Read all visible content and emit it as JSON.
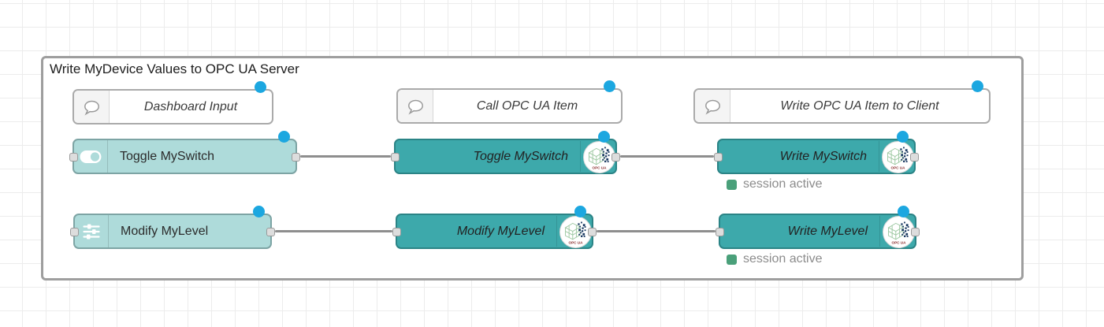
{
  "group": {
    "title": "Write MyDevice Values to OPC UA Server"
  },
  "comments": [
    {
      "label": "Dashboard Input"
    },
    {
      "label": "Call OPC UA Item"
    },
    {
      "label": "Write OPC UA Item to Client"
    }
  ],
  "nodes": [
    {
      "label": "Toggle MySwitch",
      "type": "dashboard-switch"
    },
    {
      "label": "Toggle MySwitch",
      "type": "opcua-item"
    },
    {
      "label": "Write MySwitch",
      "type": "opcua-client",
      "status": "session active"
    },
    {
      "label": "Modify MyLevel",
      "type": "dashboard-slider"
    },
    {
      "label": "Modify MyLevel",
      "type": "opcua-item"
    },
    {
      "label": "Write MyLevel",
      "type": "opcua-client",
      "status": "session active"
    }
  ],
  "icons": {
    "opcua_badge_label": "OPC UA"
  },
  "colors": {
    "light_node": "#aedbda",
    "opcua_node": "#3da9ab",
    "wire": "#8e8e8e",
    "changed_dot": "#1ca7e0",
    "status_dot": "#4aa07a",
    "status_text": "#8c8c8c"
  }
}
